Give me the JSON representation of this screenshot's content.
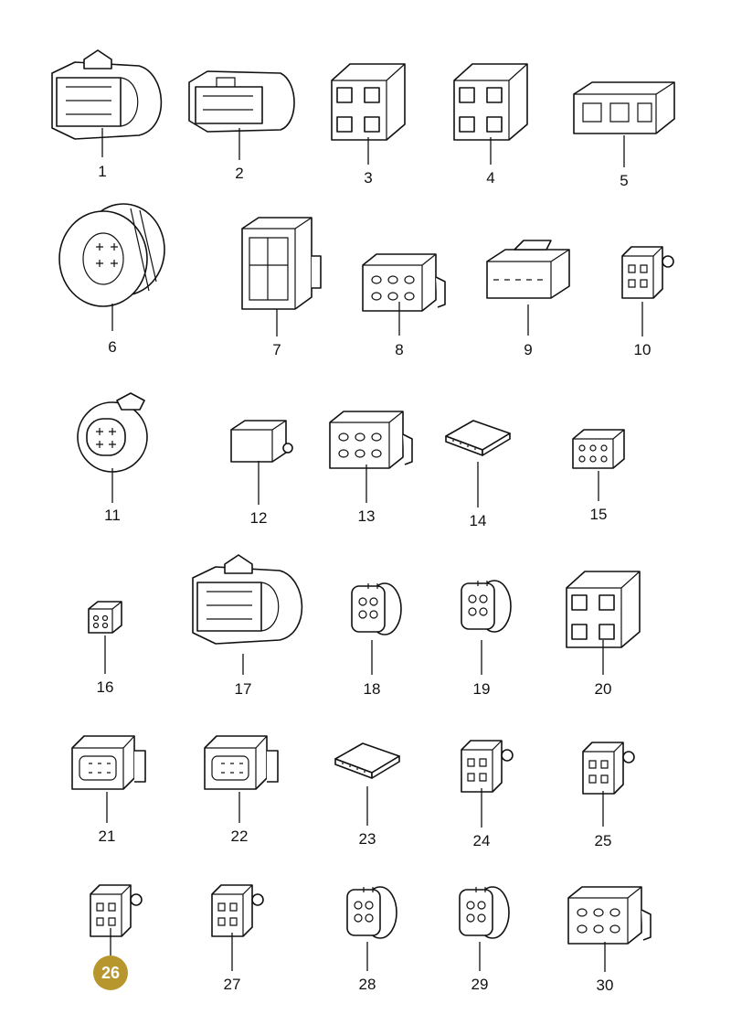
{
  "diagram": {
    "parts": [
      {
        "id": "1",
        "label": "1",
        "shape": "connector-oval-large",
        "highlighted": false
      },
      {
        "id": "2",
        "label": "2",
        "shape": "connector-oval-flat",
        "highlighted": false
      },
      {
        "id": "3",
        "label": "3",
        "shape": "relay-block",
        "highlighted": false
      },
      {
        "id": "4",
        "label": "4",
        "shape": "relay-block",
        "highlighted": false
      },
      {
        "id": "5",
        "label": "5",
        "shape": "flat-block",
        "highlighted": false
      },
      {
        "id": "6",
        "label": "6",
        "shape": "round-cap",
        "highlighted": false
      },
      {
        "id": "7",
        "label": "7",
        "shape": "tall-block",
        "highlighted": false
      },
      {
        "id": "8",
        "label": "8",
        "shape": "six-pin-housing",
        "highlighted": false
      },
      {
        "id": "9",
        "label": "9",
        "shape": "multi-pin-latch",
        "highlighted": false
      },
      {
        "id": "10",
        "label": "10",
        "shape": "small-latch",
        "highlighted": false
      },
      {
        "id": "11",
        "label": "11",
        "shape": "oval-connector",
        "highlighted": false
      },
      {
        "id": "12",
        "label": "12",
        "shape": "small-cap",
        "highlighted": false
      },
      {
        "id": "13",
        "label": "13",
        "shape": "six-pin-housing",
        "highlighted": false
      },
      {
        "id": "14",
        "label": "14",
        "shape": "flat-plate",
        "highlighted": false
      },
      {
        "id": "15",
        "label": "15",
        "shape": "small-block",
        "highlighted": false
      },
      {
        "id": "16",
        "label": "16",
        "shape": "tiny-connector",
        "highlighted": false
      },
      {
        "id": "17",
        "label": "17",
        "shape": "connector-oval-large",
        "highlighted": false
      },
      {
        "id": "18",
        "label": "18",
        "shape": "round-socket",
        "highlighted": false
      },
      {
        "id": "19",
        "label": "19",
        "shape": "round-socket",
        "highlighted": false
      },
      {
        "id": "20",
        "label": "20",
        "shape": "relay-block",
        "highlighted": false
      },
      {
        "id": "21",
        "label": "21",
        "shape": "latch-connector",
        "highlighted": false
      },
      {
        "id": "22",
        "label": "22",
        "shape": "latch-connector",
        "highlighted": false
      },
      {
        "id": "23",
        "label": "23",
        "shape": "flat-plate",
        "highlighted": false
      },
      {
        "id": "24",
        "label": "24",
        "shape": "small-latch",
        "highlighted": false
      },
      {
        "id": "25",
        "label": "25",
        "shape": "small-latch",
        "highlighted": false
      },
      {
        "id": "26",
        "label": "26",
        "shape": "small-latch",
        "highlighted": true
      },
      {
        "id": "27",
        "label": "27",
        "shape": "small-latch",
        "highlighted": false
      },
      {
        "id": "28",
        "label": "28",
        "shape": "round-socket",
        "highlighted": false
      },
      {
        "id": "29",
        "label": "29",
        "shape": "round-socket",
        "highlighted": false
      },
      {
        "id": "30",
        "label": "30",
        "shape": "six-pin-housing",
        "highlighted": false
      }
    ]
  },
  "colors": {
    "highlight": "#b8962e",
    "highlight_text": "#ffffff",
    "ink": "#111111",
    "background": "#ffffff"
  }
}
